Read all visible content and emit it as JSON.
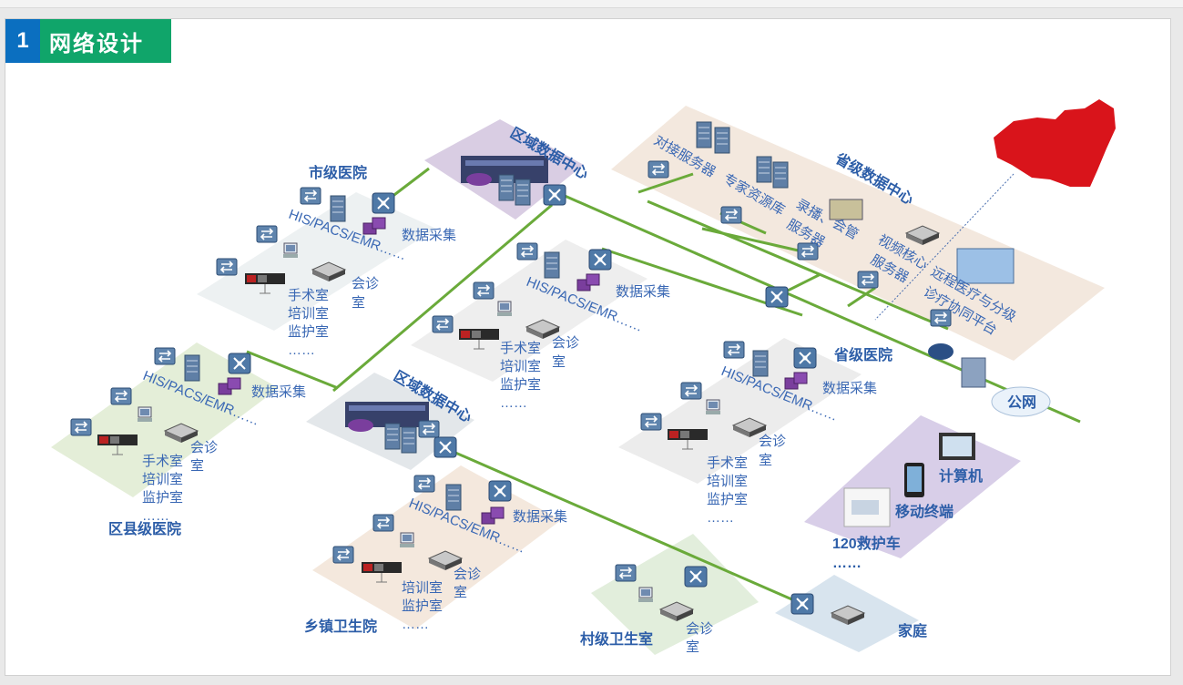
{
  "title": {
    "number": "1",
    "text": "网络设计"
  },
  "regional_dc": {
    "top_label": "区域数据中心",
    "mid_label": "区域数据中心"
  },
  "provincial_dc": {
    "label": "省级数据中心",
    "items": [
      "对接服务器",
      "专家资源库",
      "录播、",
      "服务器",
      "会管",
      "视频核心",
      "服务器",
      "远程医疗与分级",
      "诊疗协同平台"
    ]
  },
  "hospitals": {
    "city": {
      "name": "市级医院",
      "his": "HIS/PACS/EMR……",
      "collect": "数据采集",
      "consult": [
        "会诊",
        "室"
      ],
      "rooms": [
        "手术室",
        "培训室",
        "监护室",
        "……"
      ]
    },
    "center": {
      "his": "HIS/PACS/EMR……",
      "collect": "数据采集",
      "consult": [
        "会诊",
        "室"
      ],
      "rooms": [
        "手术室",
        "培训室",
        "监护室",
        "……"
      ]
    },
    "county": {
      "name": "区县级医院",
      "his": "HIS/PACS/EMR……",
      "collect": "数据采集",
      "consult": [
        "会诊",
        "室"
      ],
      "rooms": [
        "手术室",
        "培训室",
        "监护室",
        "……"
      ]
    },
    "provincial": {
      "name": "省级医院",
      "his": "HIS/PACS/EMR……",
      "collect": "数据采集",
      "consult": [
        "会诊",
        "室"
      ],
      "rooms": [
        "手术室",
        "培训室",
        "监护室",
        "……"
      ]
    },
    "township": {
      "name": "乡镇卫生院",
      "his": "HIS/PACS/EMR……",
      "collect": "数据采集",
      "consult": [
        "会诊",
        "室"
      ],
      "rooms": [
        "培训室",
        "监护室",
        "……"
      ]
    },
    "village": {
      "name": "村级卫生室",
      "consult": [
        "会诊",
        "室"
      ]
    },
    "home": {
      "name": "家庭"
    }
  },
  "public_net": "公网",
  "terminals": {
    "computer": "计算机",
    "mobile": "移动终端",
    "ambulance": "120救护车",
    "more": "……"
  },
  "colors": {
    "link": "#6aaa3a",
    "label": "#3a68b4",
    "title_blue": "#0b6fc0",
    "title_green": "#10a56a",
    "china": "#d9141b"
  }
}
